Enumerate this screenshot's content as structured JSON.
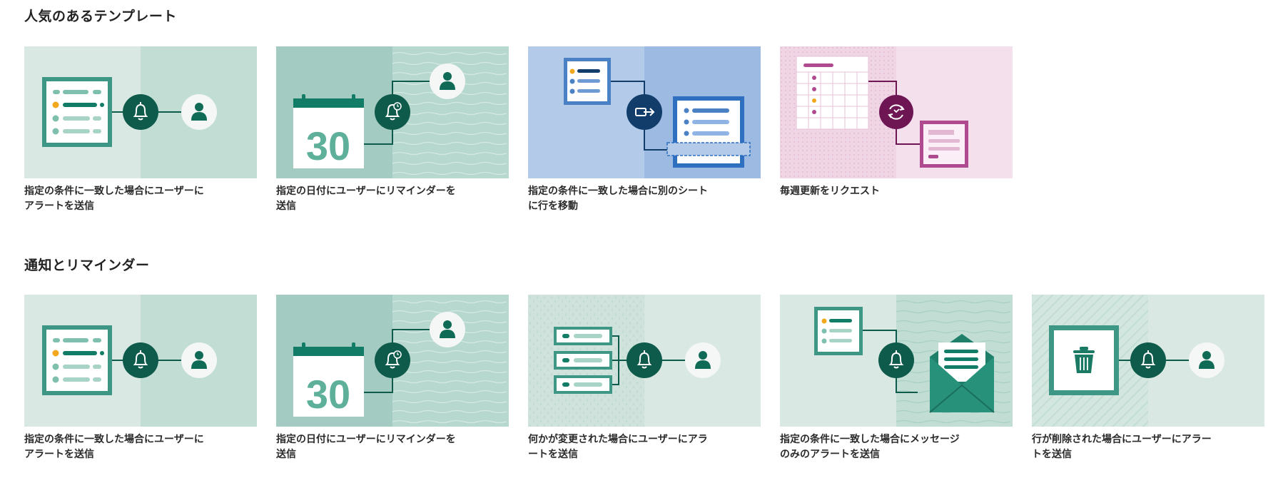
{
  "sections": [
    {
      "title": "人気のあるテンプレート",
      "cards": [
        {
          "label": "指定の条件に一致した場合にユーザーに\nアラートを送信",
          "art": "alert",
          "icon": "bell-icon"
        },
        {
          "label": "指定の日付にユーザーにリマインダーを\n送信",
          "art": "date-reminder",
          "icon": "calendar-30-icon",
          "calendar_day": "30"
        },
        {
          "label": "指定の条件に一致した場合に別のシート\nに行を移動",
          "art": "move-row",
          "icon": "move-arrow-icon"
        },
        {
          "label": "毎週更新をリクエスト",
          "art": "update-request",
          "icon": "refresh-icon"
        }
      ]
    },
    {
      "title": "通知とリマインダー",
      "cards": [
        {
          "label": "指定の条件に一致した場合にユーザーに\nアラートを送信",
          "art": "alert",
          "icon": "bell-icon"
        },
        {
          "label": "指定の日付にユーザーにリマインダーを\n送信",
          "art": "date-reminder",
          "icon": "calendar-30-icon",
          "calendar_day": "30"
        },
        {
          "label": "何かが変更された場合にユーザーにアラ\nートを送信",
          "art": "change-alert",
          "icon": "bell-icon"
        },
        {
          "label": "指定の条件に一致した場合にメッセージ\nのみのアラートを送信",
          "art": "message-alert",
          "icon": "envelope-icon"
        },
        {
          "label": "行が削除された場合にユーザーにアラー\nトを送信",
          "art": "delete-alert",
          "icon": "trash-icon"
        }
      ]
    }
  ],
  "colors": {
    "teal_dark": "#0e5a4b",
    "teal": "#2d8a75",
    "teal_light": "#c2ddd5",
    "blue_dark": "#123d6b",
    "magenta": "#6e1553",
    "accent_yellow": "#f2a81d"
  }
}
